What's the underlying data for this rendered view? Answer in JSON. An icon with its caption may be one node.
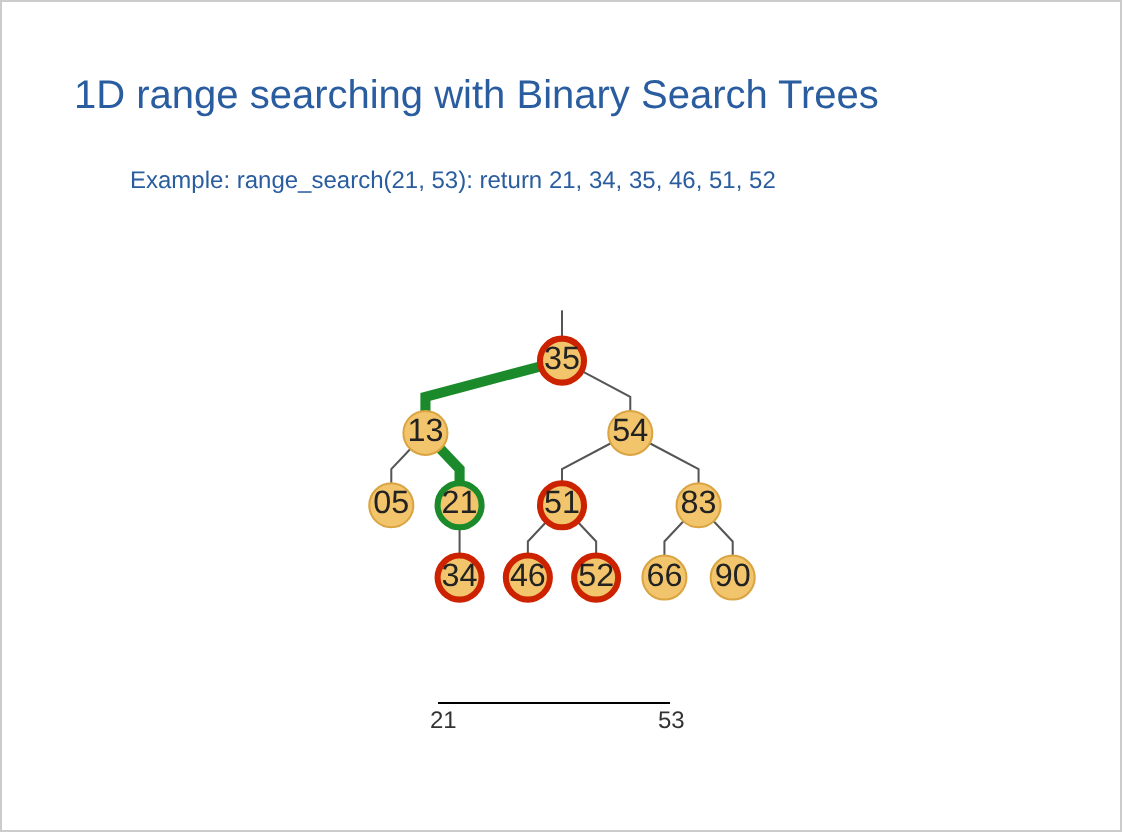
{
  "diagram": {
    "title": "1D range searching with Binary Search Trees",
    "nodes": [
      {
        "text": [
          "35"
        ]
      },
      {
        "text": [
          "13"
        ]
      },
      {
        "text": [
          "54"
        ]
      },
      {
        "text": [
          "05"
        ]
      },
      {
        "text": [
          "21"
        ]
      },
      {
        "text": [
          "51"
        ]
      },
      {
        "text": [
          "83"
        ]
      },
      {
        "text": [
          "34"
        ]
      },
      {
        "text": [
          "46"
        ]
      },
      {
        "text": [
          "52"
        ]
      },
      {
        "text": [
          "66"
        ]
      },
      {
        "text": [
          "90"
        ]
      }
    ],
    "edges": [
      {
        "from": null,
        "to": 0,
        "arrow": "none"
      },
      {
        "from": 0,
        "to": 1,
        "arrow": "none",
        "style": "thick",
        "color": "#1a8a2a"
      },
      {
        "from": 0,
        "to": 2,
        "arrow": "none"
      },
      {
        "from": 1,
        "to": 3,
        "arrow": "none"
      },
      {
        "from": 1,
        "to": 4,
        "arrow": "none",
        "style": "thick",
        "color": "#1a8a2a"
      },
      {
        "from": 2,
        "to": 5,
        "arrow": "none"
      },
      {
        "from": 2,
        "to": 6,
        "arrow": "none"
      },
      {
        "from": 4,
        "to": 7,
        "arrow": "none"
      },
      {
        "from": 5,
        "to": 8,
        "arrow": "none"
      },
      {
        "from": 5,
        "to": 9,
        "arrow": "none"
      },
      {
        "from": 6,
        "to": 10,
        "arrow": "none"
      },
      {
        "from": 6,
        "to": 11,
        "arrow": "none"
      }
    ],
    "labels": [
      "Example: range_search(21, 53):  return 21, 34, 35, 46, 51, 52",
      "21",
      "53"
    ]
  }
}
